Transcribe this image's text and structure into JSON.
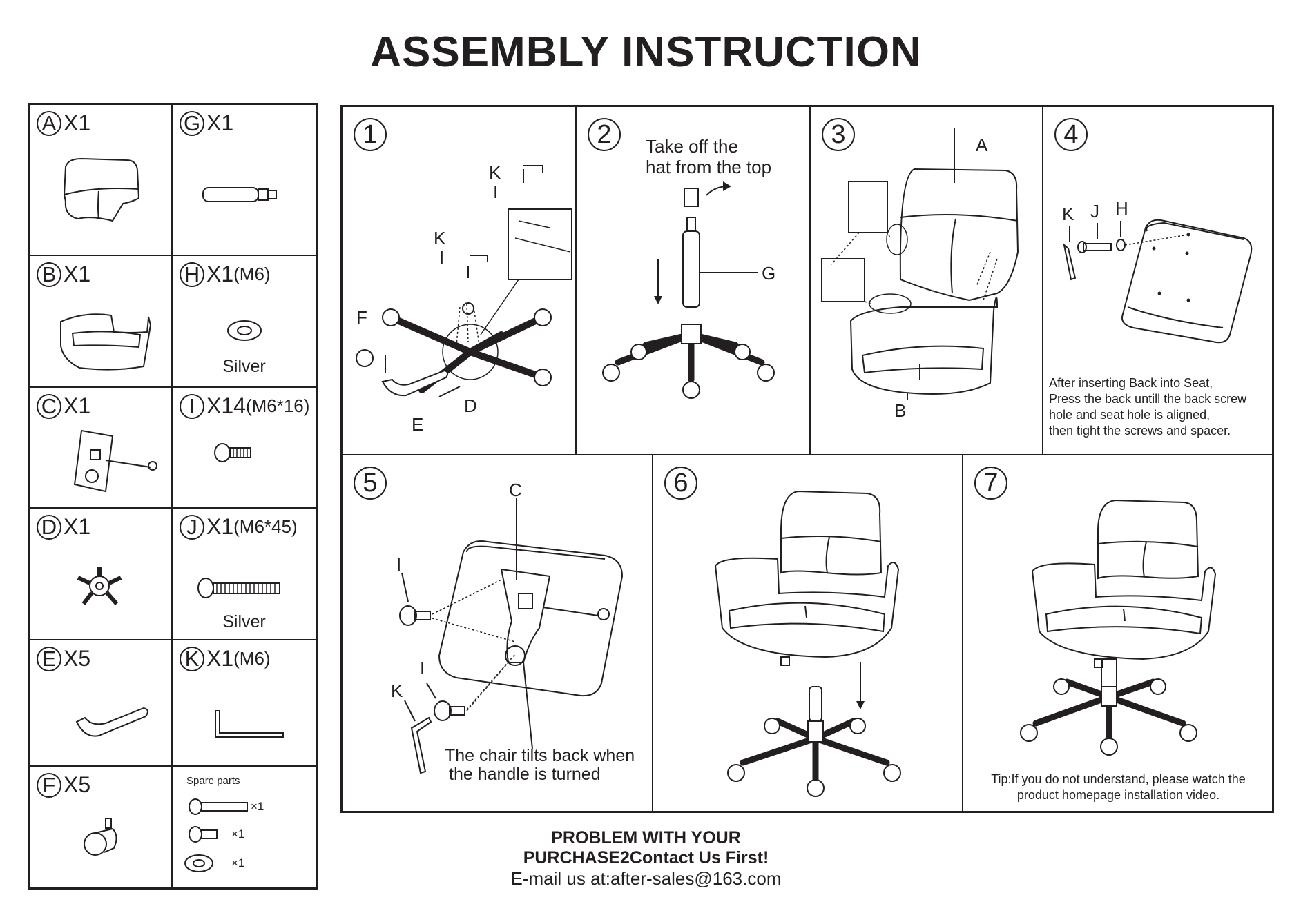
{
  "title": "ASSEMBLY INSTRUCTION",
  "parts": [
    {
      "letter": "A",
      "qty": "X1",
      "spec": "",
      "note": ""
    },
    {
      "letter": "G",
      "qty": "X1",
      "spec": "",
      "note": ""
    },
    {
      "letter": "B",
      "qty": "X1",
      "spec": "",
      "note": ""
    },
    {
      "letter": "H",
      "qty": "X1",
      "spec": "(M6)",
      "note": "Silver"
    },
    {
      "letter": "C",
      "qty": "X1",
      "spec": "",
      "note": ""
    },
    {
      "letter": "I",
      "qty": "X14",
      "spec": "(M6*16)",
      "note": ""
    },
    {
      "letter": "D",
      "qty": "X1",
      "spec": "",
      "note": ""
    },
    {
      "letter": "J",
      "qty": "X1",
      "spec": "(M6*45)",
      "note": "Silver"
    },
    {
      "letter": "E",
      "qty": "X5",
      "spec": "",
      "note": ""
    },
    {
      "letter": "K",
      "qty": "X1",
      "spec": "(M6)",
      "note": ""
    },
    {
      "letter": "F",
      "qty": "X5",
      "spec": "",
      "note": ""
    }
  ],
  "spare": {
    "title": "Spare parts",
    "items": [
      "×1",
      "×1",
      "×1"
    ]
  },
  "steps": [
    {
      "num": "1",
      "labels": [
        "K",
        "I",
        "K",
        "I",
        "F",
        "E",
        "D"
      ]
    },
    {
      "num": "2",
      "text": [
        "Take off the",
        "hat from the top"
      ],
      "labels": [
        "G"
      ]
    },
    {
      "num": "3",
      "labels": [
        "A",
        "B"
      ]
    },
    {
      "num": "4",
      "labels": [
        "K",
        "J",
        "H"
      ],
      "text": [
        "After inserting Back into Seat,",
        "Press the back untill the back screw",
        "hole and seat hole is aligned,",
        "then tight the screws and spacer."
      ]
    },
    {
      "num": "5",
      "labels": [
        "C",
        "I",
        "I",
        "K"
      ],
      "text": [
        "The chair tilts back when",
        "the handle is turned"
      ]
    },
    {
      "num": "6"
    },
    {
      "num": "7",
      "text": [
        "Tip:If you do not understand, please watch the",
        "product homepage installation video."
      ]
    }
  ],
  "footer": {
    "line1": "PROBLEM WITH YOUR",
    "line2": "PURCHASE2Contact Us First!",
    "line3": "E-mail us at:after-sales@163.com"
  }
}
